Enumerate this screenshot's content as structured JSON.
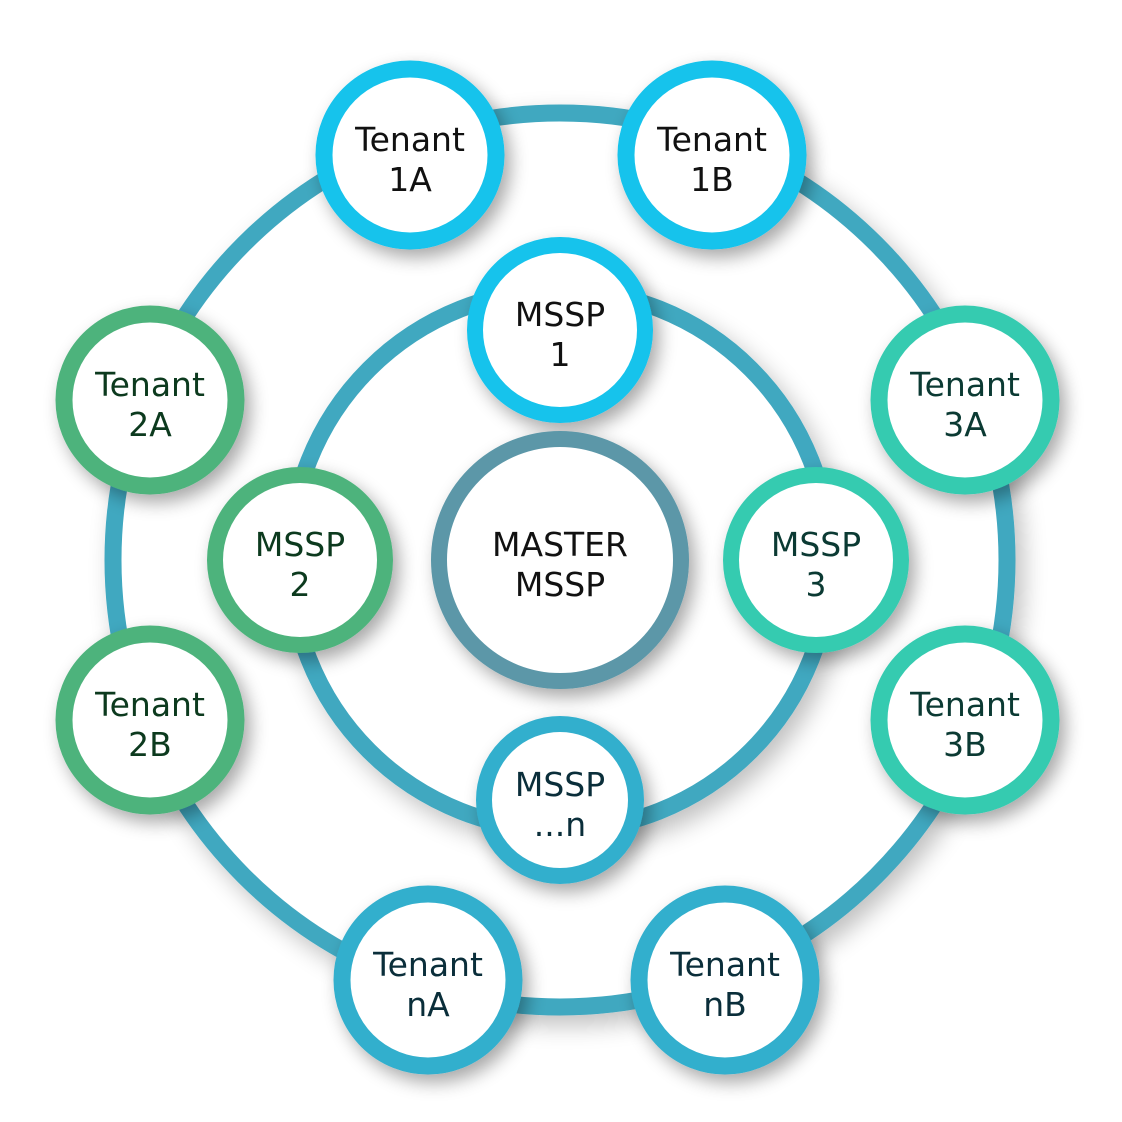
{
  "colors": {
    "ring": "#3fa8c0",
    "blue": "#12c3ec",
    "green": "#4db37c",
    "teal": "#35cbb0",
    "nblue": "#33afcd",
    "master": "#5b97a8",
    "text_dark": "#111111",
    "text_green": "#0c3a1e",
    "text_teal": "#0b3a33",
    "text_nblue": "#0a2e3a"
  },
  "diagram": {
    "master": {
      "line1": "MASTER",
      "line2": "MSSP"
    },
    "mssps": [
      {
        "id": "mssp-1",
        "line1": "MSSP",
        "line2": "1",
        "group": "blue"
      },
      {
        "id": "mssp-2",
        "line1": "MSSP",
        "line2": "2",
        "group": "green"
      },
      {
        "id": "mssp-3",
        "line1": "MSSP",
        "line2": "3",
        "group": "teal"
      },
      {
        "id": "mssp-n",
        "line1": "MSSP",
        "line2": "...n",
        "group": "nblue"
      }
    ],
    "tenants": [
      {
        "id": "tenant-1a",
        "line1": "Tenant",
        "line2": "1A",
        "group": "blue"
      },
      {
        "id": "tenant-1b",
        "line1": "Tenant",
        "line2": "1B",
        "group": "blue"
      },
      {
        "id": "tenant-2a",
        "line1": "Tenant",
        "line2": "2A",
        "group": "green"
      },
      {
        "id": "tenant-2b",
        "line1": "Tenant",
        "line2": "2B",
        "group": "green"
      },
      {
        "id": "tenant-3a",
        "line1": "Tenant",
        "line2": "3A",
        "group": "teal"
      },
      {
        "id": "tenant-3b",
        "line1": "Tenant",
        "line2": "3B",
        "group": "teal"
      },
      {
        "id": "tenant-na",
        "line1": "Tenant",
        "line2": "nA",
        "group": "nblue"
      },
      {
        "id": "tenant-nb",
        "line1": "Tenant",
        "line2": "nB",
        "group": "nblue"
      }
    ]
  }
}
